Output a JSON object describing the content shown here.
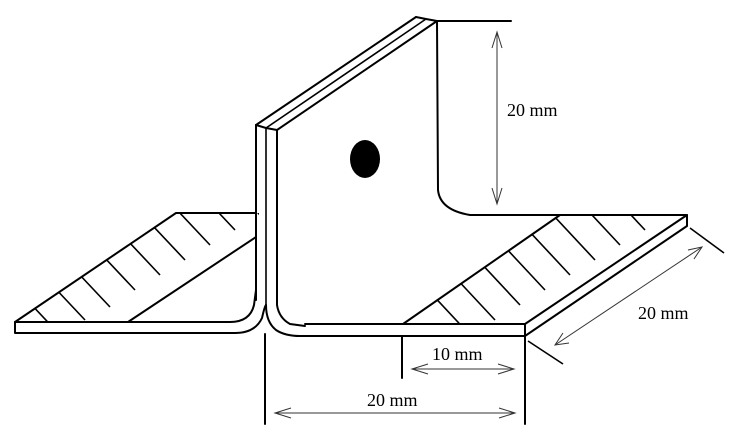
{
  "figure": {
    "type": "T-peel specimen schematic",
    "description": "Two bent metal sheets joined in a T configuration with a hole in the vertical leg; hatched regions mark bonded/flange areas",
    "colors": {
      "line": "#000000",
      "background": "#ffffff",
      "dimension": "#333333"
    }
  },
  "dimensions": {
    "vertical_height": "20 mm",
    "flange_depth": "20 mm",
    "flange_length": "20 mm",
    "overlap_length": "10 mm"
  },
  "features": {
    "hole": "hole-marker",
    "hatched_areas": [
      "left-flange-hatch",
      "right-flange-hatch"
    ]
  }
}
